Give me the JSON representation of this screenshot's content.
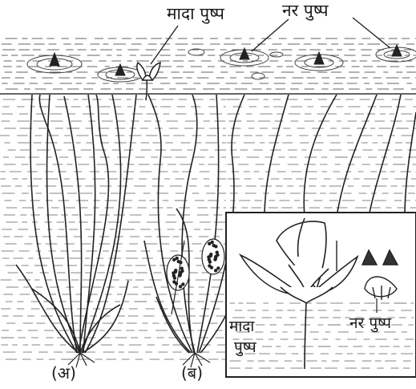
{
  "labels": {
    "female_flower_top": "मादा पुष्प",
    "male_flower_top": "नर पुष्प",
    "female_flower_inset_line1": "मादा",
    "female_flower_inset_line2": "पुष्प",
    "male_flower_inset": "नर पुष्प",
    "plant_a": "(अ)",
    "plant_b": "(ब)"
  }
}
